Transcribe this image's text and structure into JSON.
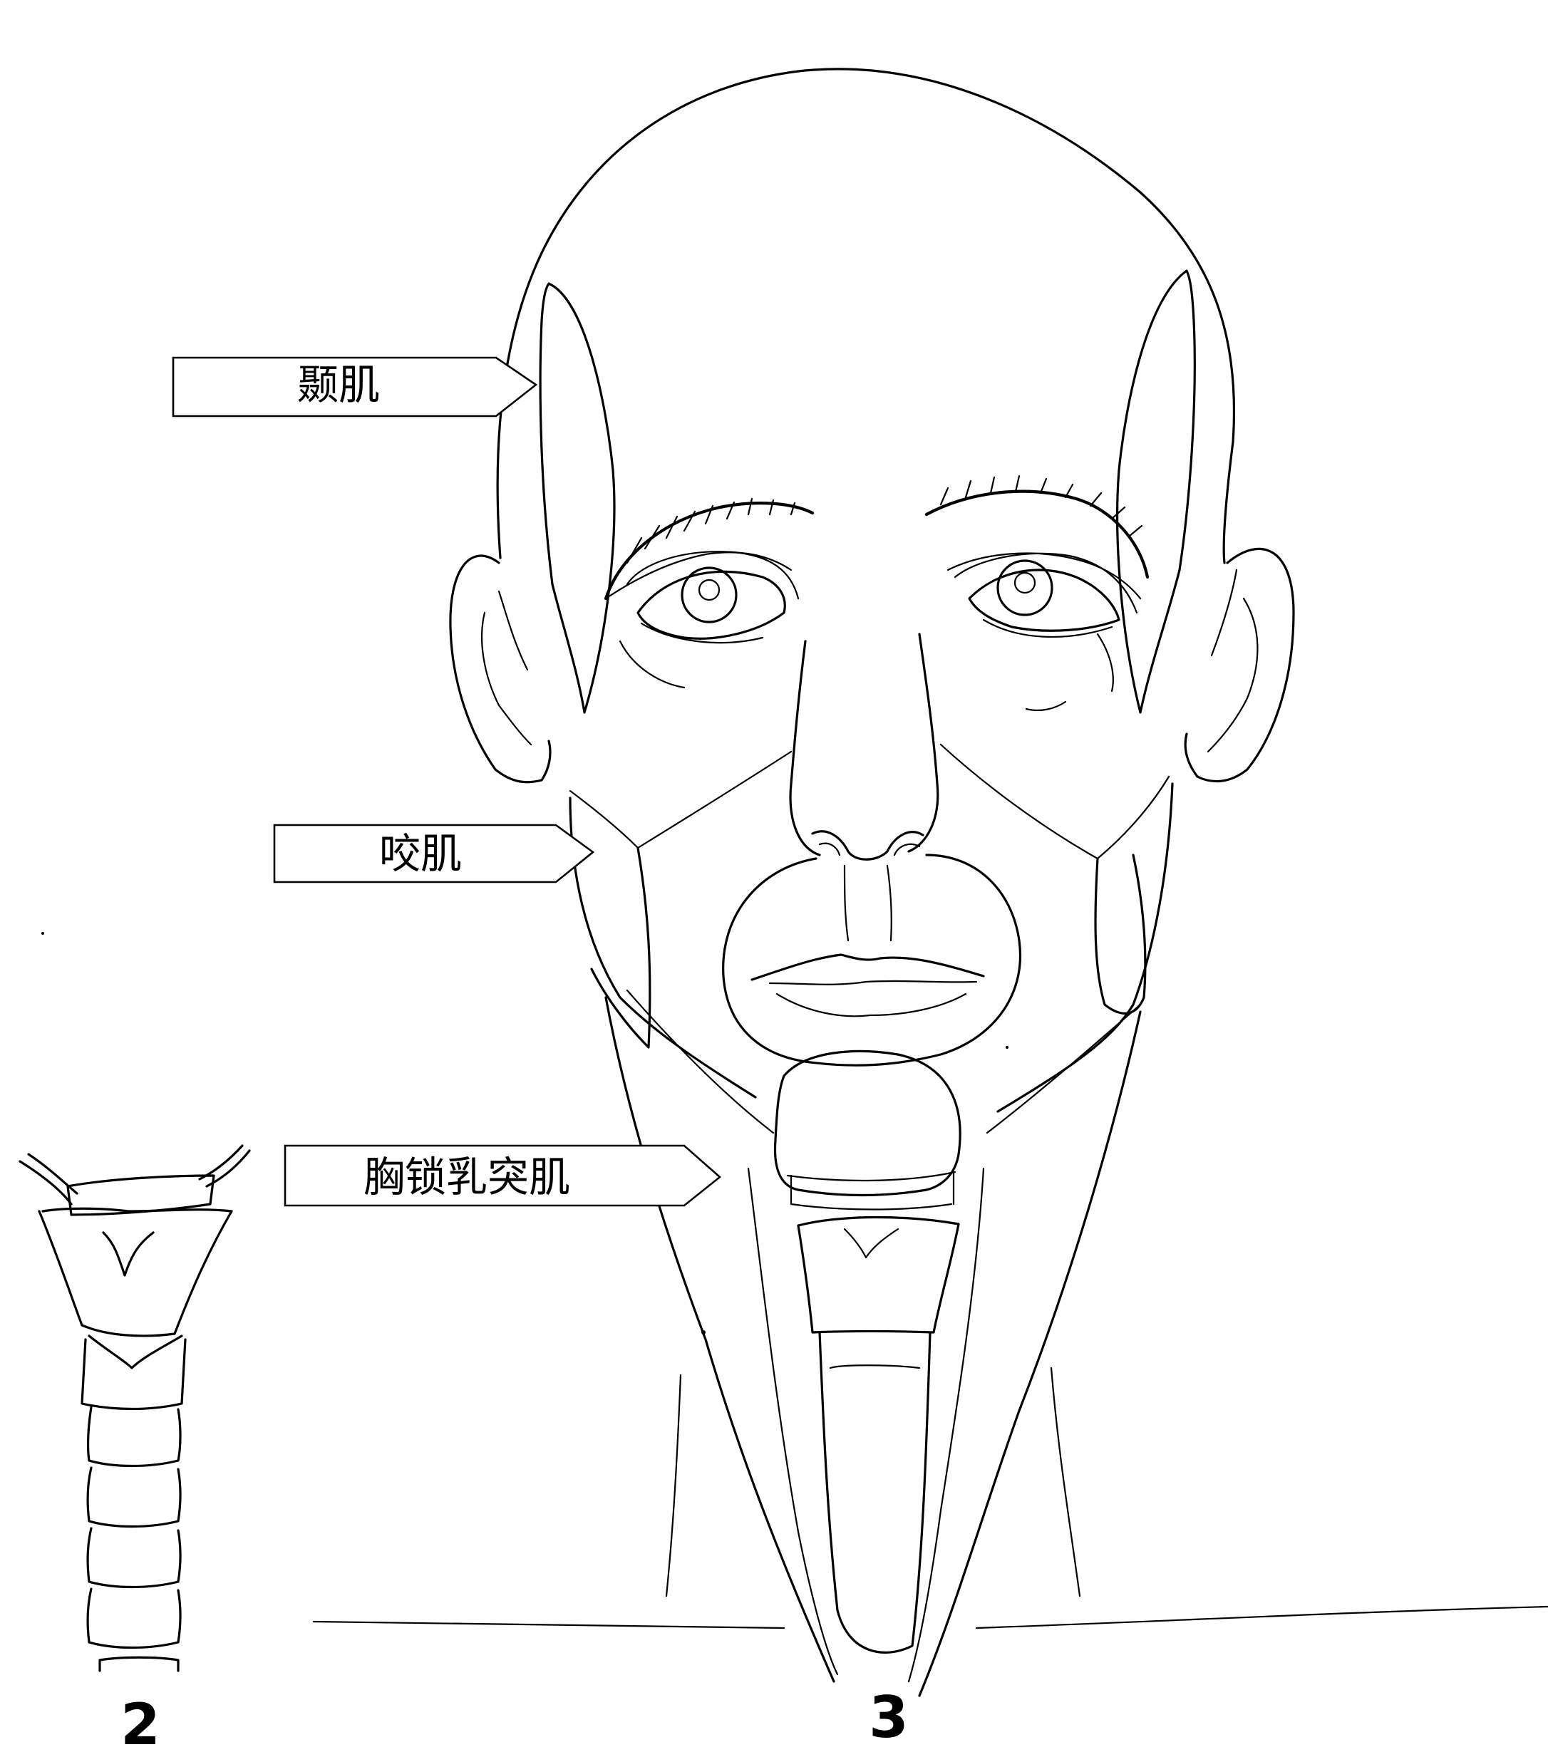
{
  "labels": {
    "temporalis": "颞肌",
    "masseter": "咬肌",
    "sternocleidomastoid": "胸锁乳突肌"
  },
  "figure_numbers": {
    "larynx": "2",
    "head": "3"
  }
}
